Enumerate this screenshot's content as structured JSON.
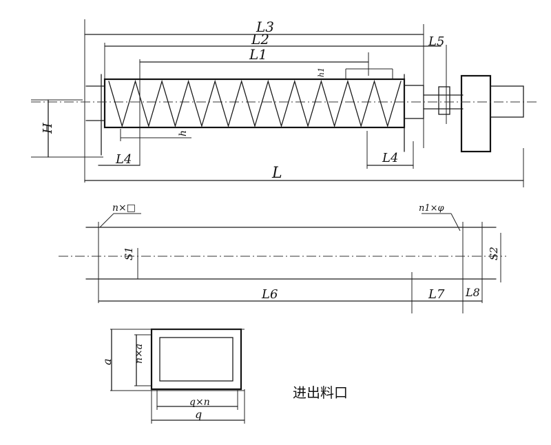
{
  "labels": {
    "L3": "L3",
    "L2": "L2",
    "L1": "L1",
    "L5": "L5",
    "L": "L",
    "L4_left": "L4",
    "L4_right": "L4",
    "H": "H",
    "h": "h",
    "h1": "h1",
    "n_box": "n×□",
    "n1_phi": "n1×φ",
    "S1": "S1",
    "S2": "S2",
    "L6": "L6",
    "L7": "L7",
    "L8": "L8",
    "a": "a",
    "n_a": "n×a",
    "q_n": "q×n",
    "q": "q",
    "port_caption": "进出料口"
  }
}
